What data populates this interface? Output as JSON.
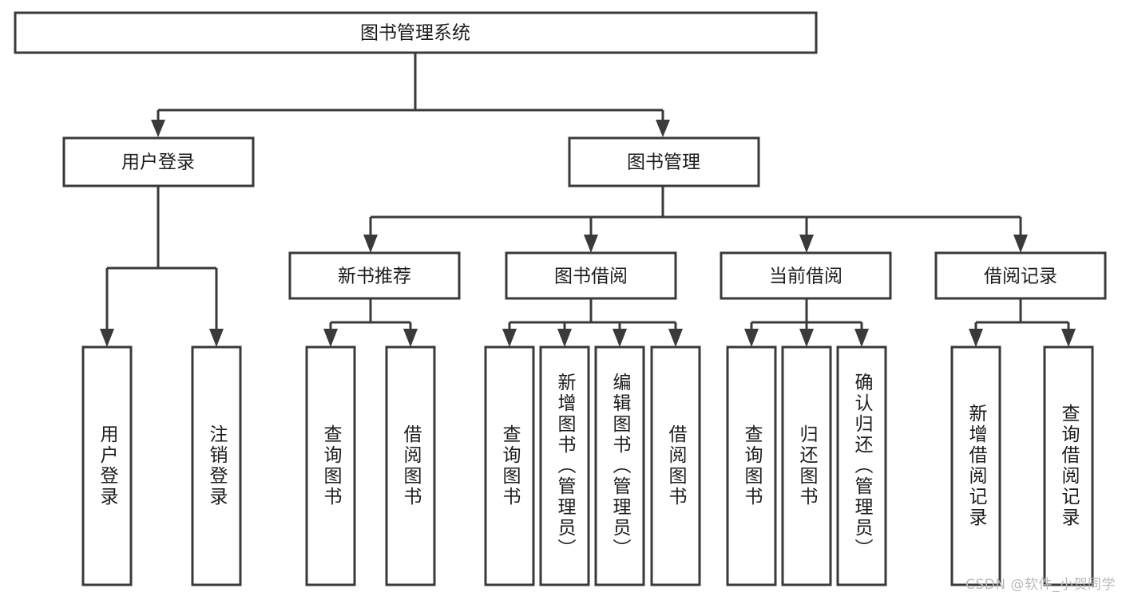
{
  "diagram": {
    "title": "图书管理系统",
    "type": "tree-hierarchy",
    "root": {
      "id": "root",
      "label": "图书管理系统",
      "orientation": "horizontal"
    },
    "level1": [
      {
        "id": "user-login",
        "label": "用户登录",
        "orientation": "horizontal"
      },
      {
        "id": "book-manage",
        "label": "图书管理",
        "orientation": "horizontal"
      }
    ],
    "level2": [
      {
        "id": "new-book-recommend",
        "label": "新书推荐",
        "orientation": "horizontal",
        "parent": "book-manage"
      },
      {
        "id": "book-borrow",
        "label": "图书借阅",
        "orientation": "horizontal",
        "parent": "book-manage"
      },
      {
        "id": "current-borrow",
        "label": "当前借阅",
        "orientation": "horizontal",
        "parent": "book-manage"
      },
      {
        "id": "borrow-record",
        "label": "借阅记录",
        "orientation": "horizontal",
        "parent": "book-manage"
      }
    ],
    "leaves": [
      {
        "id": "leaf-user-login",
        "label": "用户登录",
        "orientation": "vertical",
        "parent": "user-login"
      },
      {
        "id": "leaf-user-logout",
        "label": "注销登录",
        "orientation": "vertical",
        "parent": "user-login"
      },
      {
        "id": "leaf-query-book-1",
        "label": "查询图书",
        "orientation": "vertical",
        "parent": "new-book-recommend"
      },
      {
        "id": "leaf-borrow-book-1",
        "label": "借阅图书",
        "orientation": "vertical",
        "parent": "new-book-recommend"
      },
      {
        "id": "leaf-query-book-2",
        "label": "查询图书",
        "orientation": "vertical",
        "parent": "book-borrow"
      },
      {
        "id": "leaf-add-book",
        "label": "新增图书（管理员）",
        "orientation": "vertical",
        "parent": "book-borrow"
      },
      {
        "id": "leaf-edit-book",
        "label": "编辑图书（管理员）",
        "orientation": "vertical",
        "parent": "book-borrow"
      },
      {
        "id": "leaf-borrow-book-2",
        "label": "借阅图书",
        "orientation": "vertical",
        "parent": "book-borrow"
      },
      {
        "id": "leaf-query-book-3",
        "label": "查询图书",
        "orientation": "vertical",
        "parent": "current-borrow"
      },
      {
        "id": "leaf-return-book",
        "label": "归还图书",
        "orientation": "vertical",
        "parent": "current-borrow"
      },
      {
        "id": "leaf-confirm-return",
        "label": "确认归还（管理员）",
        "orientation": "vertical",
        "parent": "current-borrow"
      },
      {
        "id": "leaf-add-record",
        "label": "新增借阅记录",
        "orientation": "vertical",
        "parent": "borrow-record"
      },
      {
        "id": "leaf-query-record",
        "label": "查询借阅记录",
        "orientation": "vertical",
        "parent": "borrow-record"
      }
    ],
    "colors": {
      "stroke": "#3a3a3a",
      "fill": "#ffffff",
      "text": "#1c1c1c",
      "background": "#ffffff",
      "watermark": "#b9b9b9"
    }
  },
  "watermark": {
    "text": "CSDN @软件_小贺同学"
  }
}
